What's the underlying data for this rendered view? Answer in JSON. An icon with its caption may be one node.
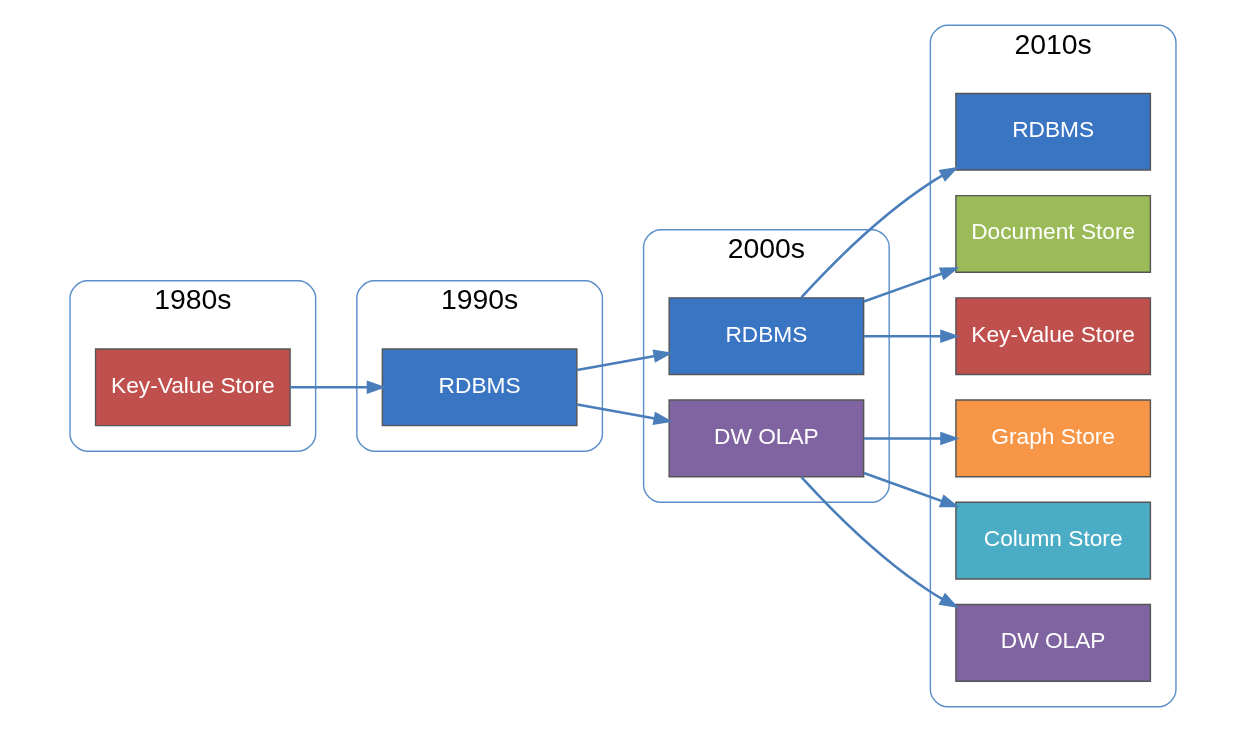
{
  "diagram": {
    "nodes": [
      {
        "text": [
          "1980s"
        ]
      },
      {
        "text": [
          "Key-Value Store"
        ],
        "in": 0
      },
      {
        "text": [
          "1990s"
        ]
      },
      {
        "text": [
          "RDBMS"
        ],
        "in": 2
      },
      {
        "text": [
          "2000s"
        ]
      },
      {
        "text": [
          "RDBMS"
        ],
        "in": 4
      },
      {
        "text": [
          "DW OLAP"
        ],
        "in": 4
      },
      {
        "text": [
          "2010s"
        ]
      },
      {
        "text": [
          "RDBMS"
        ],
        "in": 7
      },
      {
        "text": [
          "Document Store"
        ],
        "in": 7
      },
      {
        "text": [
          "Key-Value Store"
        ],
        "in": 7
      },
      {
        "text": [
          "Graph Store"
        ],
        "in": 7
      },
      {
        "text": [
          "Column Store"
        ],
        "in": 7
      },
      {
        "text": [
          "DW OLAP"
        ],
        "in": 7
      }
    ],
    "edges": [
      {
        "from": 1,
        "to": 3,
        "arrow": "to"
      },
      {
        "from": 3,
        "to": 5,
        "arrow": "to"
      },
      {
        "from": 3,
        "to": 6,
        "arrow": "to"
      },
      {
        "from": 5,
        "to": 8,
        "arrow": "to"
      },
      {
        "from": 5,
        "to": 9,
        "arrow": "to"
      },
      {
        "from": 5,
        "to": 10,
        "arrow": "to"
      },
      {
        "from": 6,
        "to": 11,
        "arrow": "to"
      },
      {
        "from": 6,
        "to": 12,
        "arrow": "to"
      },
      {
        "from": 6,
        "to": 13,
        "arrow": "to"
      }
    ]
  }
}
